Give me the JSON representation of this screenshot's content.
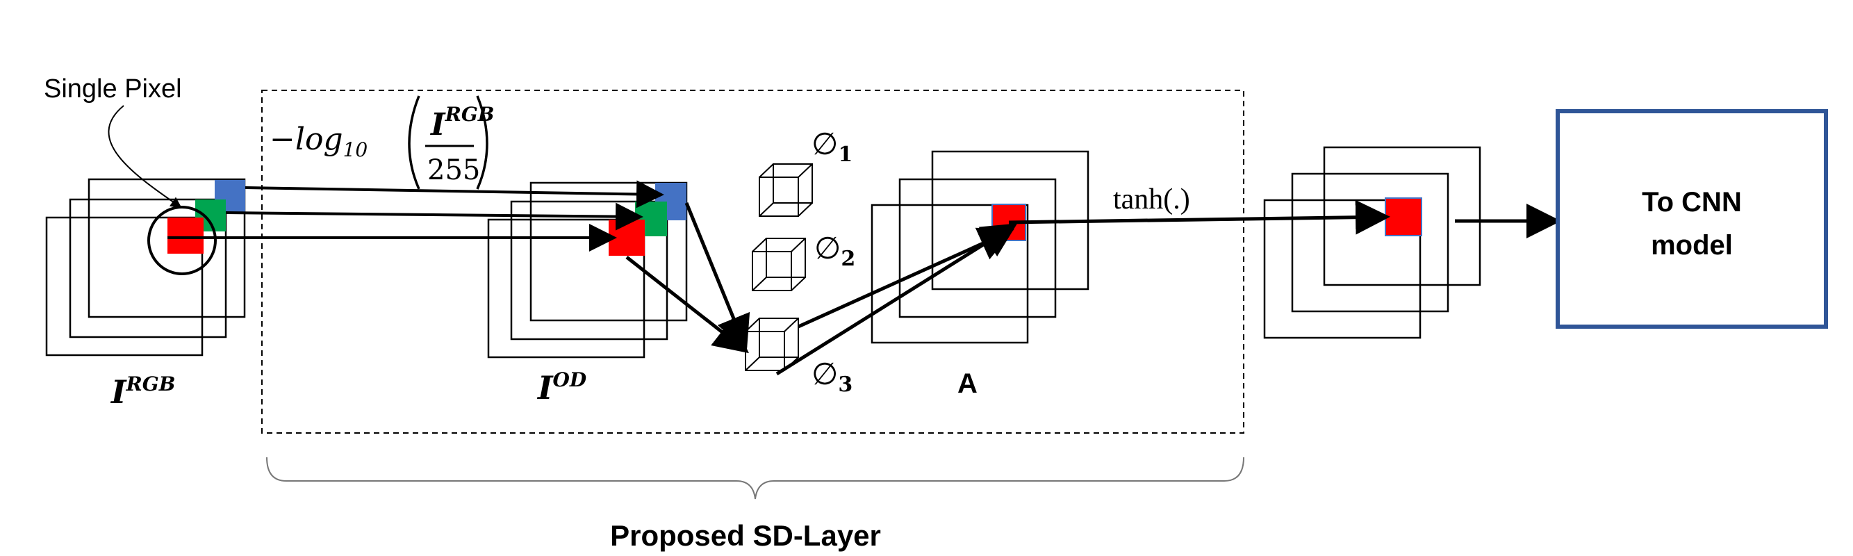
{
  "labels": {
    "single_pixel": "Single Pixel",
    "i_rgb_base": "I",
    "i_rgb_sup": "RGB",
    "formula_minus_log": "−log",
    "formula_sub": "10",
    "formula_numer_base": "I",
    "formula_numer_sup": "RGB",
    "formula_denom": "255",
    "i_od_base": "I",
    "i_od_sup": "OD",
    "phi_symbol": "∅",
    "phi1_sub": "1",
    "phi2_sub": "2",
    "phi3_sub": "3",
    "a_label": "A",
    "tanh_label": "tanh(.)",
    "cnn_line1": "To CNN",
    "cnn_line2": "model",
    "sd_layer": "Proposed SD-Layer"
  },
  "colors": {
    "red": "#ff0000",
    "green": "#00a550",
    "blue": "#4472c4",
    "cnn_border": "#2f5597",
    "line": "#000000"
  }
}
